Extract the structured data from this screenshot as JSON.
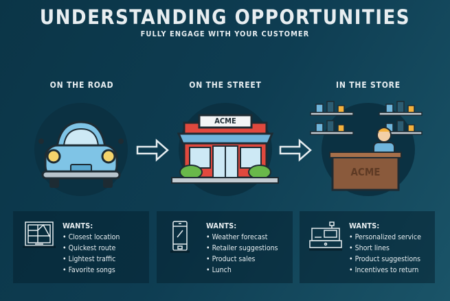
{
  "title": "UNDERSTANDING OPPORTUNITIES",
  "subtitle": "FULLY ENGAGE WITH YOUR CUSTOMER",
  "sections": [
    {
      "label": "ON THE ROAD",
      "icon": "gps-icon",
      "wants_label": "WANTS:",
      "wants": [
        "Closest location",
        "Quickest route",
        "Lightest traffic",
        "Favorite songs"
      ]
    },
    {
      "label": "ON THE STREET",
      "icon": "smartphone-icon",
      "wants_label": "WANTS:",
      "wants": [
        "Weather forecast",
        "Retailer suggestions",
        "Product sales",
        "Lunch"
      ]
    },
    {
      "label": "IN THE STORE",
      "icon": "cash-register-icon",
      "wants_label": "WANTS:",
      "wants": [
        "Personalized service",
        "Short lines",
        "Product suggestions",
        "Incentives to return"
      ]
    }
  ],
  "store_sign": "ACME",
  "counter_sign": "ACME"
}
